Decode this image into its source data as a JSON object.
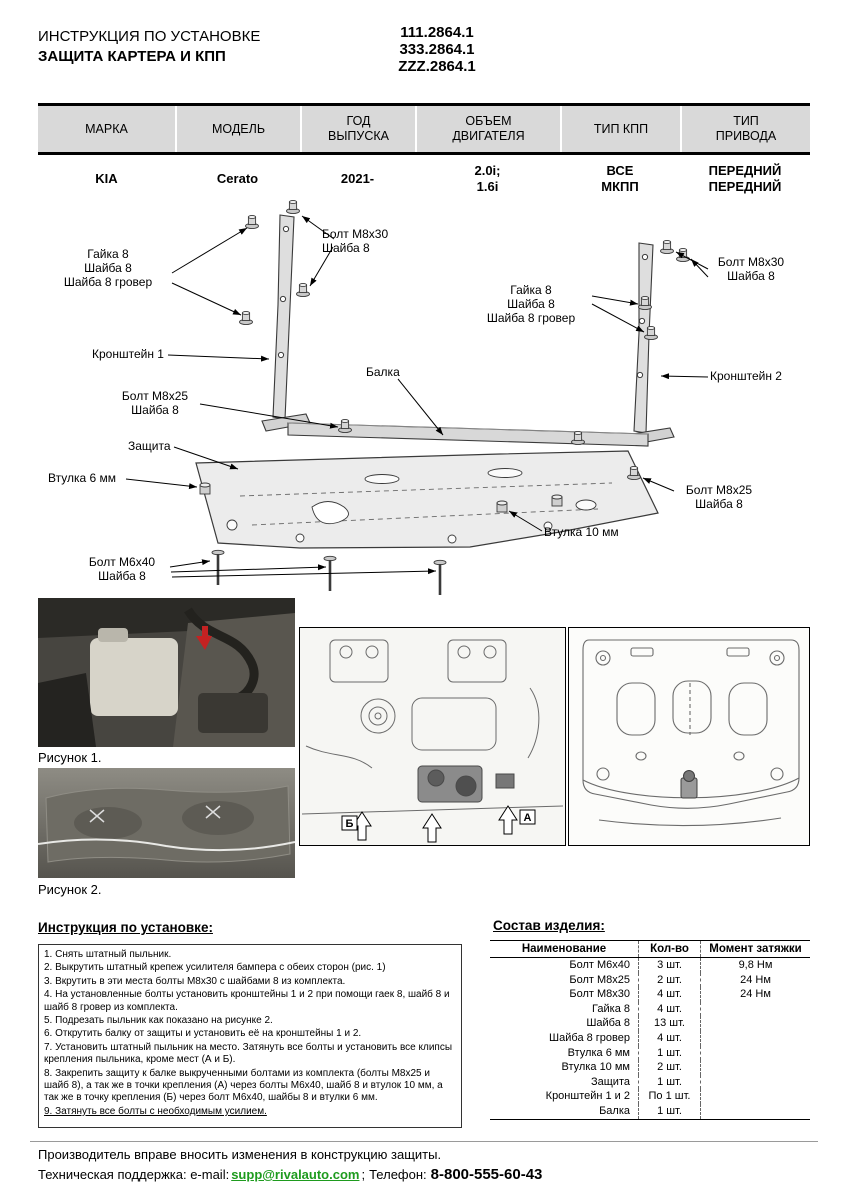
{
  "colors": {
    "table_header_bg": "#d9d9d9",
    "email_link": "#1e9b1e",
    "photo_arrow_red": "#c42222"
  },
  "header": {
    "title_line1": "ИНСТРУКЦИЯ ПО УСТАНОВКЕ",
    "title_line2": "ЗАЩИТА КАРТЕРА И КПП",
    "part_numbers": [
      "111.2864.1",
      "333.2864.1",
      "ZZZ.2864.1"
    ]
  },
  "spec_table": {
    "headers": [
      "МАРКА",
      "МОДЕЛЬ",
      "ГОД\nВЫПУСКА",
      "ОБЪЕМ\nДВИГАТЕЛЯ",
      "ТИП КПП",
      "ТИП\nПРИВОДА"
    ],
    "row": [
      "KIA",
      "Cerato",
      "2021-",
      "2.0i;\n1.6i",
      "ВСЕ\nМКПП",
      "ПЕРЕДНИЙ\nПЕРЕДНИЙ"
    ]
  },
  "diagram": {
    "labels": {
      "bolt_m8x30_left": "Болт М8х30\nШайба 8",
      "hardware_left": "Гайка 8\nШайба 8\nШайба 8 гровер",
      "hardware_right": "Гайка 8\nШайба 8\nШайба 8 гровер",
      "bolt_m8x30_right": "Болт М8х30\nШайба 8",
      "bracket_1": "Кронштейн 1",
      "beam": "Балка",
      "bracket_2": "Кронштейн 2",
      "bolt_m8x25_left": "Болт М8х25\nШайба 8",
      "shield": "Защита",
      "bushing_6": "Втулка 6 мм",
      "bolt_m8x25_right": "Болт М8х25\nШайба 8",
      "bushing_10": "Втулка 10 мм",
      "bolt_m6x40": "Болт М6х40\nШайба 8"
    }
  },
  "figures": {
    "caption_1": "Рисунок 1.",
    "caption_2": "Рисунок 2.",
    "point_a": "А",
    "point_b": "Б"
  },
  "instructions": {
    "heading": "Инструкция по установке:",
    "steps": [
      "1. Снять штатный пыльник.",
      "2. Выкрутить штатный крепеж усилителя бампера с обеих сторон (рис. 1)",
      "3. Вкрутить в эти места болты М8х30 с шайбами 8 из комплекта.",
      "4. На установленные болты установить кронштейны 1 и 2 при помощи гаек 8, шайб 8 и шайб 8 гровер из комплекта.",
      "5. Подрезать пыльник как показано на рисунке 2.",
      "6. Открутить балку от защиты и установить её на кронштейны 1 и 2.",
      "7. Установить штатный пыльник на место. Затянуть все болты и установить все клипсы крепления пыльника, кроме мест (А и Б).",
      "8. Закрепить защиту к балке выкрученными болтами из комплекта (болты М8х25 и шайб 8), а так же в точки крепления (А) через болты М6х40, шайб 8 и втулок 10 мм, а так же в точку крепления (Б) через болт М6х40, шайбы 8 и втулки 6 мм.",
      "9. Затянуть все болты с необходимым усилием."
    ]
  },
  "parts": {
    "heading": "Состав изделия:",
    "columns": [
      "Наименование",
      "Кол-во",
      "Момент затяжки"
    ],
    "rows": [
      {
        "name": "Болт М6х40",
        "qty": "3 шт.",
        "torque": "9,8 Нм"
      },
      {
        "name": "Болт М8х25",
        "qty": "2 шт.",
        "torque": "24 Нм"
      },
      {
        "name": "Болт М8х30",
        "qty": "4 шт.",
        "torque": "24 Нм"
      },
      {
        "name": "Гайка 8",
        "qty": "4 шт.",
        "torque": ""
      },
      {
        "name": "Шайба 8",
        "qty": "13 шт.",
        "torque": ""
      },
      {
        "name": "Шайба 8 гровер",
        "qty": "4 шт.",
        "torque": ""
      },
      {
        "name": "Втулка 6 мм",
        "qty": "1 шт.",
        "torque": ""
      },
      {
        "name": "Втулка 10 мм",
        "qty": "2 шт.",
        "torque": ""
      },
      {
        "name": "Защита",
        "qty": "1 шт.",
        "torque": ""
      },
      {
        "name": "Кронштейн 1 и 2",
        "qty": "По 1 шт.",
        "torque": ""
      },
      {
        "name": "Балка",
        "qty": "1 шт.",
        "torque": ""
      }
    ]
  },
  "footer": {
    "disclaimer": "Производитель вправе вносить изменения в конструкцию защиты.",
    "support_prefix": "Техническая поддержка:  e-mail:",
    "email": "supp@rivalauto.com",
    "after_email": ";",
    "phone_label": "Телефон:",
    "phone": "8-800-555-60-43"
  }
}
